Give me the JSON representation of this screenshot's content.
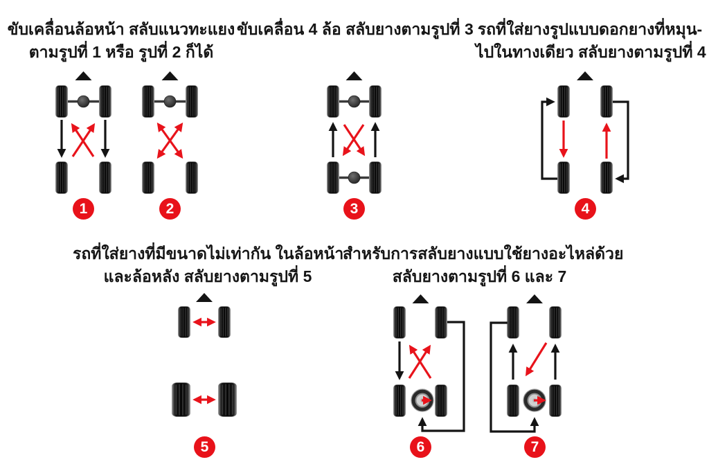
{
  "page": {
    "background": "#ffffff",
    "colors": {
      "accent_red": "#e8131b",
      "text_black": "#151515",
      "tire_black": "#0d0d0d"
    },
    "icons": {
      "front-direction-triangle": "black upward triangle marking vehicle front",
      "spare-tire": "gray circular wheel seen from the side",
      "figure-badge": "red circle with white figure number",
      "differential": "dark circle on axle bar between front/rear tires"
    }
  },
  "sections": [
    {
      "name": "front-wheel-drive",
      "title": [
        "ขับเคลื่อนล้อหน้า สลับแนวทะแยง",
        "ตามรูปที่ 1 หรือ รูปที่ 2 ก็ได้"
      ],
      "figures": [
        {
          "number": "1",
          "has_front_axle": true,
          "has_rear_axle": false,
          "has_spare": false,
          "moves": [
            {
              "from": "front-left",
              "to": "rear-left",
              "color": "black",
              "style": "straight"
            },
            {
              "from": "front-right",
              "to": "rear-right",
              "color": "black",
              "style": "straight"
            },
            {
              "from": "rear-left",
              "to": "front-right",
              "color": "red",
              "style": "diagonal"
            },
            {
              "from": "rear-right",
              "to": "front-left",
              "color": "red",
              "style": "diagonal"
            }
          ]
        },
        {
          "number": "2",
          "has_front_axle": true,
          "has_rear_axle": false,
          "has_spare": false,
          "moves": [
            {
              "between": [
                "front-left",
                "rear-right"
              ],
              "color": "red",
              "style": "diagonal-swap"
            },
            {
              "between": [
                "front-right",
                "rear-left"
              ],
              "color": "red",
              "style": "diagonal-swap"
            }
          ]
        }
      ]
    },
    {
      "name": "four-wheel-drive",
      "title": [
        "ขับเคลื่อน 4 ล้อ สลับยางตามรูปที่ 3"
      ],
      "figures": [
        {
          "number": "3",
          "has_front_axle": true,
          "has_rear_axle": true,
          "has_spare": false,
          "moves": [
            {
              "from": "rear-left",
              "to": "front-left",
              "color": "black",
              "style": "straight"
            },
            {
              "from": "rear-right",
              "to": "front-right",
              "color": "black",
              "style": "straight"
            },
            {
              "from": "front-left",
              "to": "rear-right",
              "color": "red",
              "style": "diagonal"
            },
            {
              "from": "front-right",
              "to": "rear-left",
              "color": "red",
              "style": "diagonal"
            }
          ]
        }
      ]
    },
    {
      "name": "directional-tread",
      "title": [
        "รถที่ใส่ยางรูปแบบดอกยางที่หมุน-",
        "ไปในทางเดียว สลับยางตามรูปที่ 4"
      ],
      "figures": [
        {
          "number": "4",
          "has_front_axle": false,
          "has_rear_axle": false,
          "has_spare": false,
          "moves": [
            {
              "from": "front-left",
              "to": "rear-left",
              "color": "red",
              "style": "straight"
            },
            {
              "from": "rear-left",
              "to": "front-left",
              "color": "black",
              "style": "outside-left"
            },
            {
              "from": "rear-right",
              "to": "front-right",
              "color": "red",
              "style": "straight"
            },
            {
              "from": "front-right",
              "to": "rear-right",
              "color": "black",
              "style": "outside-right"
            }
          ]
        }
      ]
    },
    {
      "name": "different-tire-sizes",
      "title": [
        "รถที่ใส่ยางที่มีขนาดไม่เท่ากัน ในล้อหน้า",
        "และล้อหลัง สลับยางตามรูปที่ 5"
      ],
      "figures": [
        {
          "number": "5",
          "has_front_axle": false,
          "has_rear_axle": false,
          "has_spare": false,
          "rear_tires_wider": true,
          "moves": [
            {
              "between": [
                "front-left",
                "front-right"
              ],
              "color": "red",
              "style": "side-swap"
            },
            {
              "between": [
                "rear-left",
                "rear-right"
              ],
              "color": "red",
              "style": "side-swap"
            }
          ]
        }
      ]
    },
    {
      "name": "with-spare-tire",
      "title": [
        "สำหรับการสลับยางแบบใช้ยางอะไหล่ด้วย",
        "สลับยางตามรูปที่ 6 และ 7"
      ],
      "figures": [
        {
          "number": "6",
          "has_front_axle": false,
          "has_rear_axle": false,
          "has_spare": true,
          "moves": [
            {
              "from": "front-left",
              "to": "rear-left",
              "color": "black",
              "style": "straight"
            },
            {
              "from": "rear-left",
              "to": "front-right",
              "color": "red",
              "style": "diagonal"
            },
            {
              "from": "rear-right",
              "to": "front-left",
              "color": "red",
              "style": "diagonal"
            },
            {
              "from": "front-right",
              "to": "spare",
              "color": "black",
              "style": "outside-right"
            },
            {
              "from": "spare",
              "to": "rear-right",
              "color": "red",
              "style": "short"
            }
          ]
        },
        {
          "number": "7",
          "has_front_axle": false,
          "has_rear_axle": false,
          "has_spare": true,
          "moves": [
            {
              "from": "front-left",
              "to": "spare",
              "color": "black",
              "style": "outside-left"
            },
            {
              "from": "rear-left",
              "to": "front-left",
              "color": "black",
              "style": "straight"
            },
            {
              "from": "rear-right",
              "to": "front-right",
              "color": "black",
              "style": "straight"
            },
            {
              "from": "front-right",
              "to": "rear-left",
              "color": "red",
              "style": "diagonal"
            },
            {
              "from": "spare",
              "to": "rear-right",
              "color": "red",
              "style": "short"
            }
          ]
        }
      ]
    }
  ]
}
